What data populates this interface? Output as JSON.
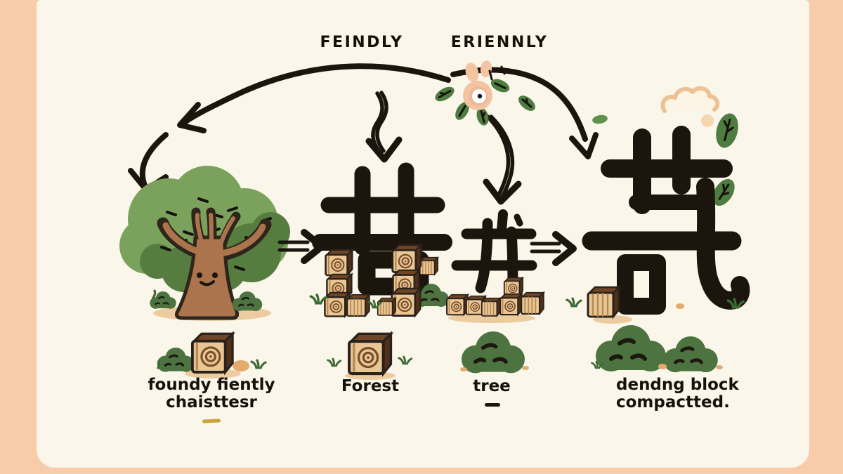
{
  "titles": {
    "left": "FEINDLY",
    "right": "ERIENNLY"
  },
  "captions": {
    "stage1": "foundy fiently\nchaisttesr",
    "stage2": "Forest",
    "stage3": "tree",
    "stage4": "dendng block\ncompactted."
  },
  "icons": {
    "stage1": "cartoon-tree-icon",
    "stage2": "kanji-with-wood-block-stacks-icon",
    "stage3": "small-kanji-with-wood-block-row-icon",
    "stage4": "large-kanji-with-wood-block-icon",
    "decorations": [
      "flower-icon",
      "cloud-icon",
      "leaf-icon",
      "bush-icon",
      "wood-block-icon",
      "grass-tuft-icon",
      "curved-arrow-icon",
      "double-line-arrow-icon",
      "gold-dash-icon",
      "black-dash-icon"
    ]
  },
  "colors": {
    "frame": "#f8cba9",
    "canvas": "#fbf6ea",
    "ink": "#1b150e",
    "foliage_light": "#7ba25c",
    "foliage_dark": "#567d3f",
    "trunk": "#ab744d",
    "wood_face": "#e9c795",
    "wood_ring": "#7a4e2c",
    "wood_side": "#6e4526",
    "bush": "#4d7341",
    "sand": "#eccb9e",
    "petal": "#f2c4a2",
    "leaf": "#4e7c41",
    "gold_dash": "#c9a13e"
  }
}
